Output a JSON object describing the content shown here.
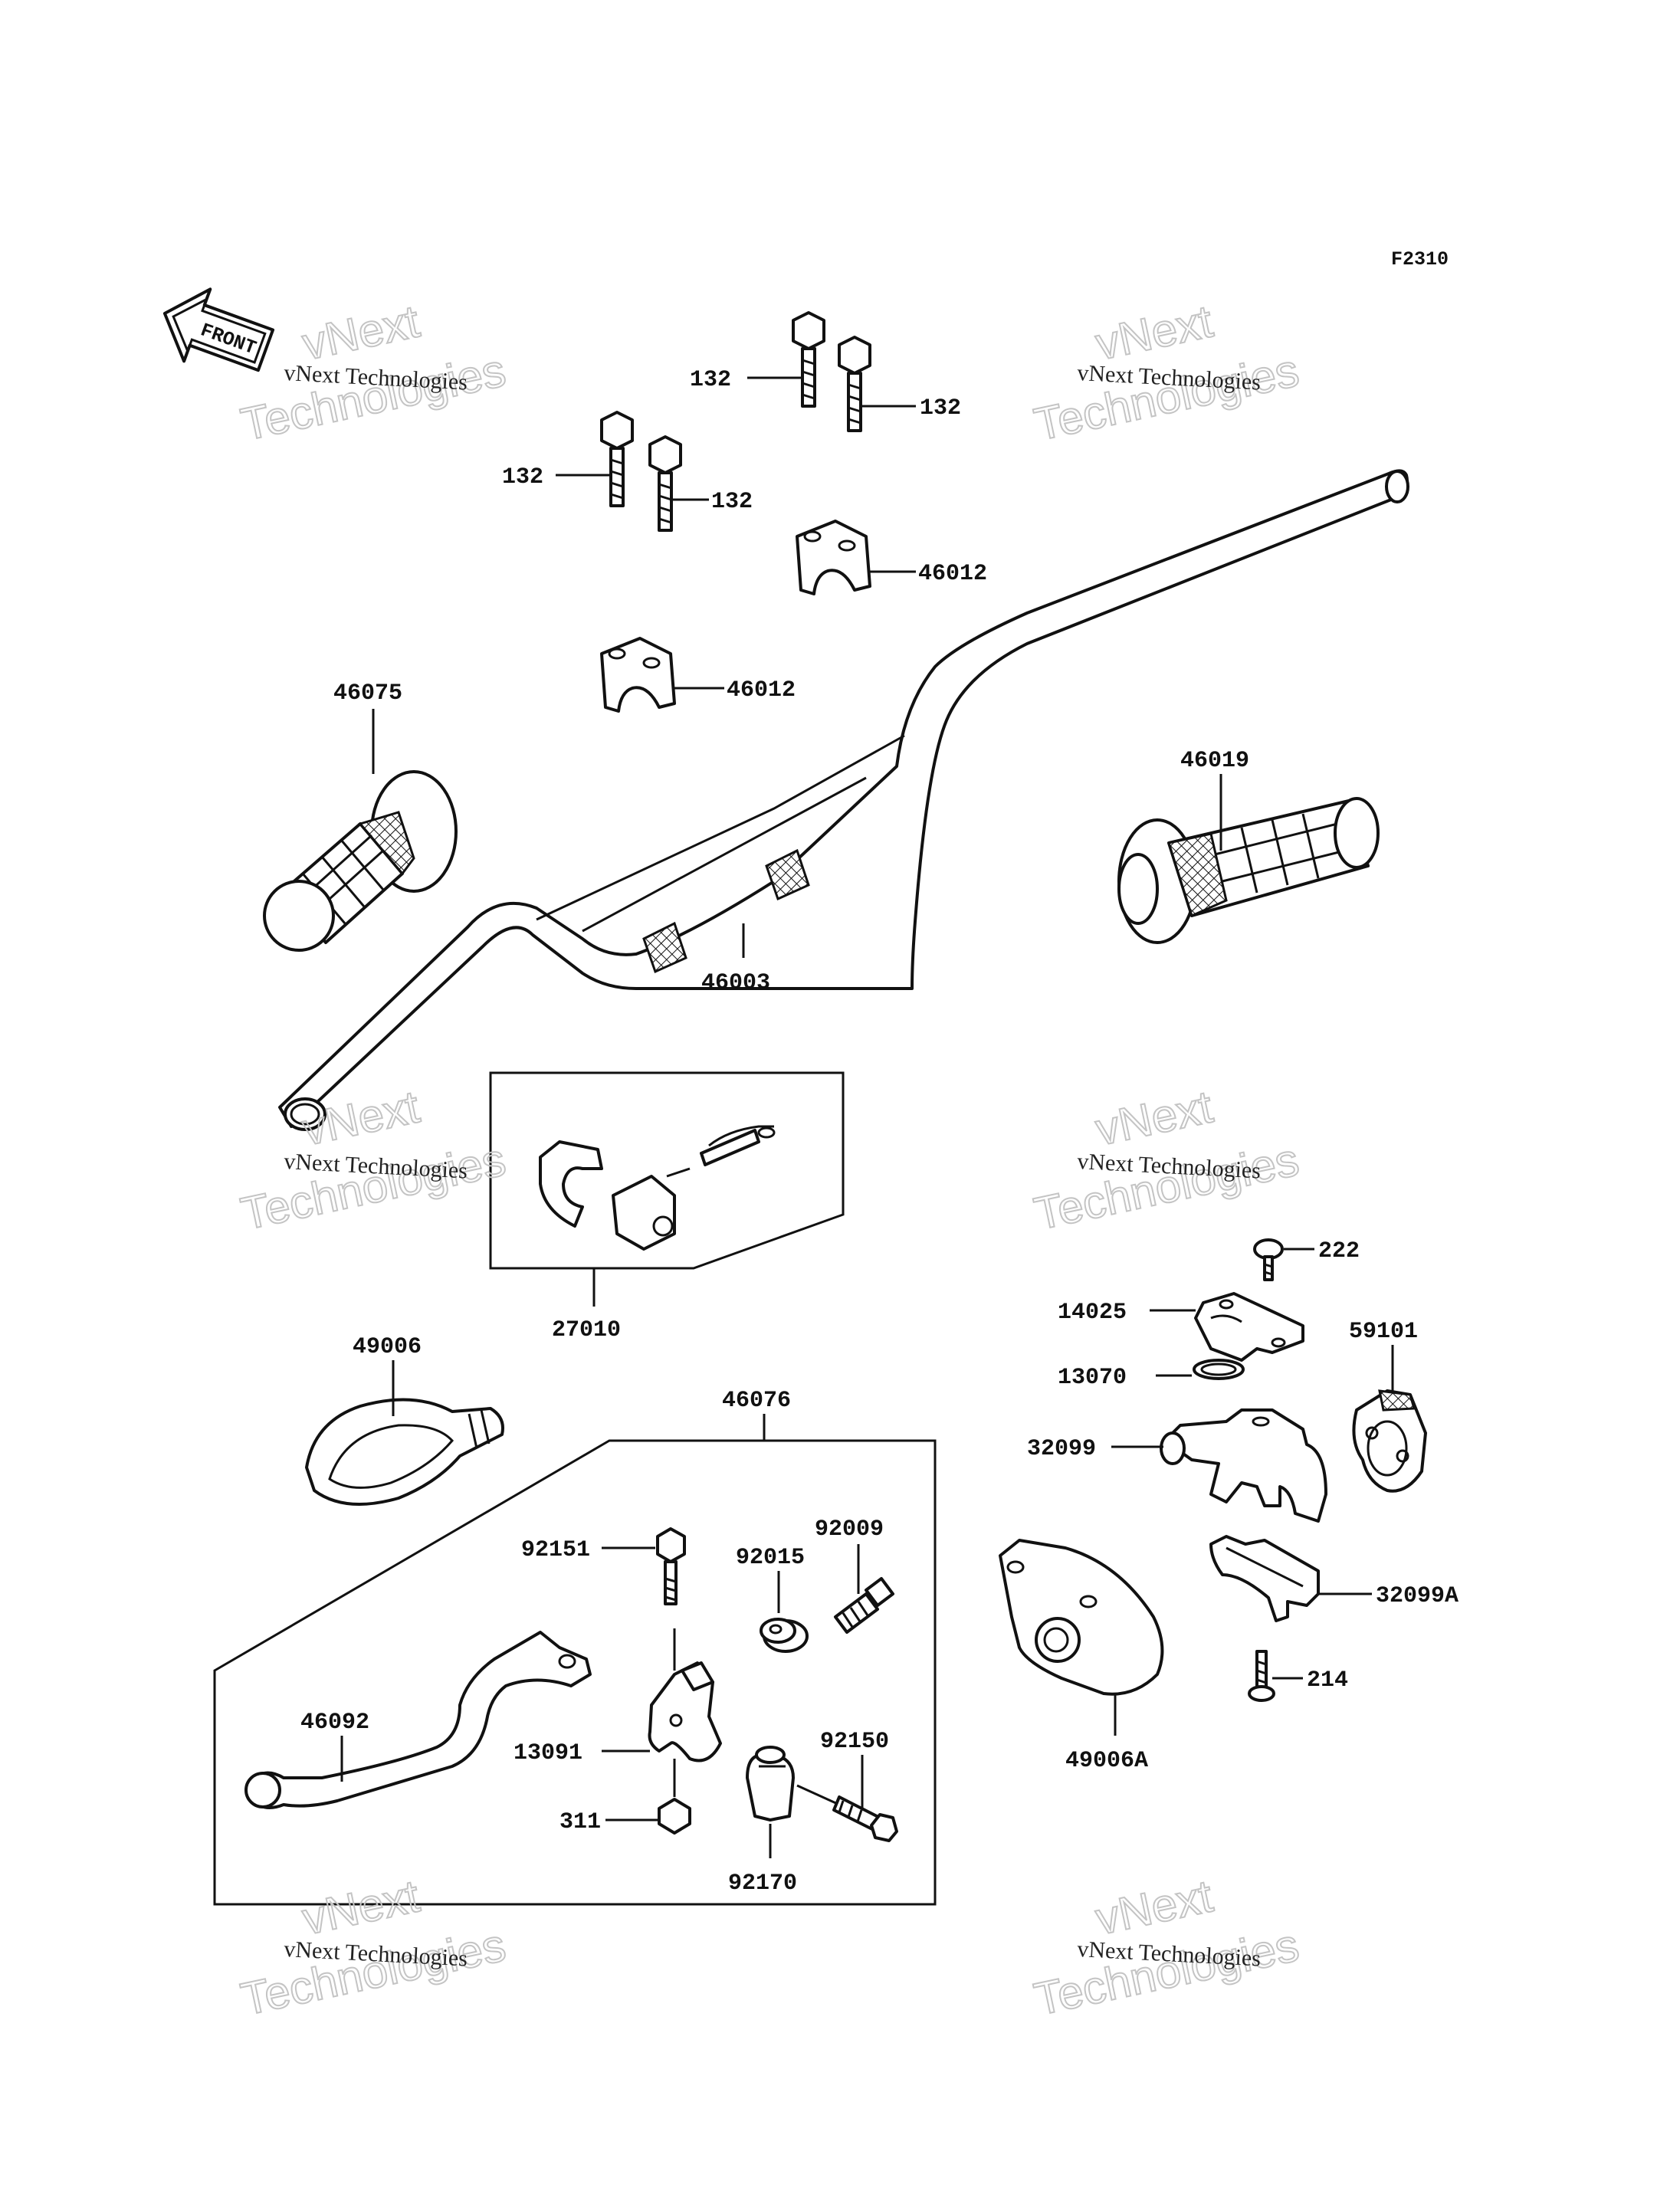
{
  "figure_code": "F2310",
  "front_label": "FRONT",
  "watermark": {
    "line1": "vNext Technologies",
    "big_a": "vNext",
    "big_b": "Technologies"
  },
  "parts": {
    "p132a": "132",
    "p132b": "132",
    "p132c": "132",
    "p132d": "132",
    "p46012a": "46012",
    "p46012b": "46012",
    "p46075": "46075",
    "p46019": "46019",
    "p46003": "46003",
    "p27010": "27010",
    "p222": "222",
    "p14025": "14025",
    "p59101": "59101",
    "p13070": "13070",
    "p49006": "49006",
    "p46076": "46076",
    "p32099": "32099",
    "p92009": "92009",
    "p92151": "92151",
    "p92015": "92015",
    "p32099A": "32099A",
    "p46092": "46092",
    "p214": "214",
    "p13091": "13091",
    "p92150": "92150",
    "p49006A": "49006A",
    "p311": "311",
    "p92170": "92170"
  }
}
